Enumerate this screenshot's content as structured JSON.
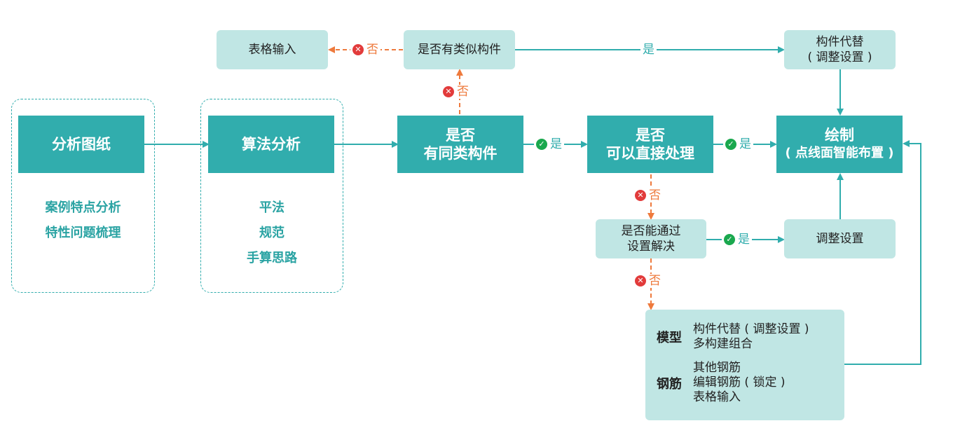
{
  "colors": {
    "primary": "#31adad",
    "light": "#c0e6e4",
    "no": "#ee7a3d",
    "ok": "#1aa84e",
    "x": "#e23b3b"
  },
  "nodes": {
    "analyze_drawing": "分析图纸",
    "algo_analysis": "算法分析",
    "same_type_l1": "是否",
    "same_type_l2": "有同类构件",
    "direct_l1": "是否",
    "direct_l2": "可以直接处理",
    "draw_l1": "绘制",
    "draw_l2": "( 点线面智能布置 )",
    "similar": "是否有类似构件",
    "table_input": "表格输入",
    "replace_l1": "构件代替",
    "replace_l2": "( 调整设置 )",
    "settings_l1": "是否能通过",
    "settings_l2": "设置解决",
    "adjust": "调整设置"
  },
  "group1_items": [
    "案例特点分析",
    "特性问题梳理"
  ],
  "group2_items": [
    "平法",
    "规范",
    "手算思路"
  ],
  "result": {
    "model_head": "模型",
    "model_lines": [
      "构件代替 ( 调整设置 )",
      "多构建组合"
    ],
    "rebar_head": "钢筋",
    "rebar_lines": [
      "其他钢筋",
      "编辑钢筋 ( 锁定 )",
      "表格输入"
    ]
  },
  "labels": {
    "yes": "是",
    "no": "否"
  }
}
